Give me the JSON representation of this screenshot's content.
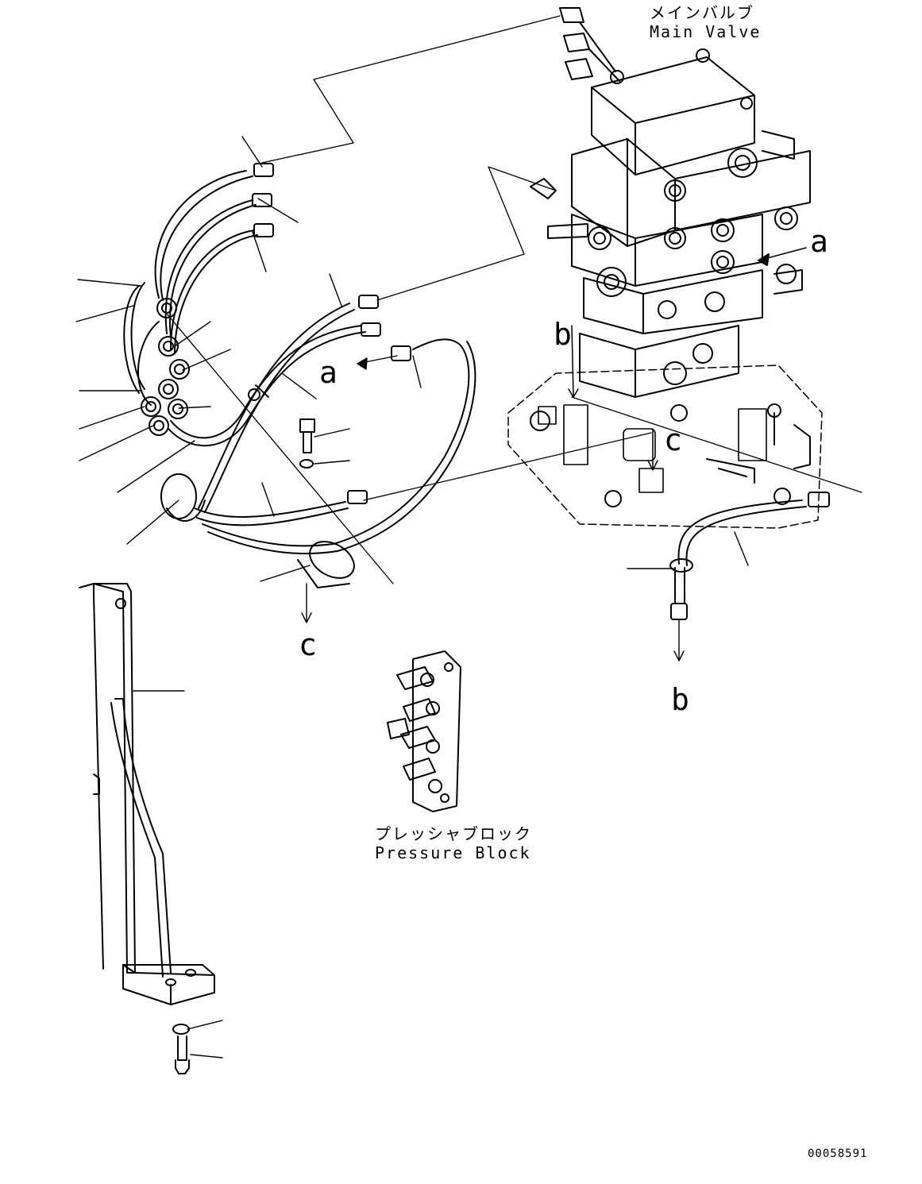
{
  "main_valve": {
    "label_ja": "メインバルブ",
    "label_en": "Main Valve"
  },
  "pressure_block": {
    "label_ja": "プレッシャブロック",
    "label_en": "Pressure Block"
  },
  "refs": {
    "a1": "a",
    "a2": "a",
    "b1": "b",
    "b2": "b",
    "c1": "c",
    "c2": "c"
  },
  "drawing_number": "00058591"
}
